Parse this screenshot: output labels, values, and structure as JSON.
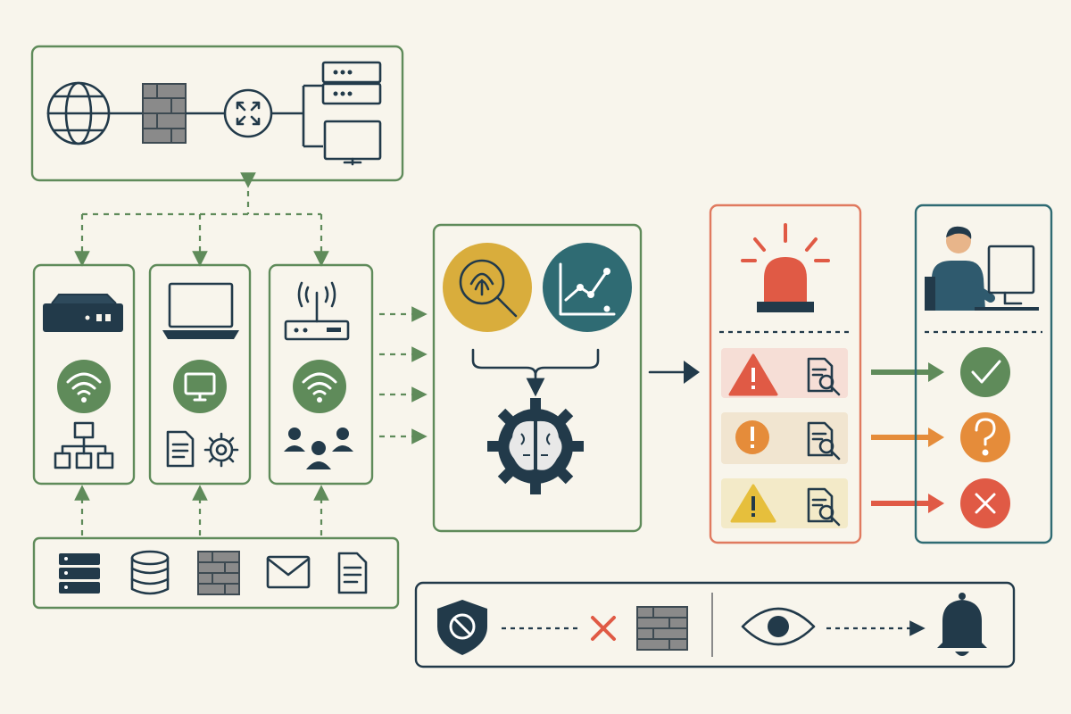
{
  "diagram": {
    "colors": {
      "background": "#f8f5ec",
      "green": "#5f8b5a",
      "red": "#e07a5f",
      "teal": "#2f6b73",
      "navy": "#223a4a",
      "yellow": "#d9ad3c",
      "orange": "#e58c3a",
      "danger": "#e05a45"
    },
    "icons": [
      "globe-icon",
      "firewall-icon",
      "router-icon",
      "server-icon",
      "monitor-icon",
      "modem-icon",
      "laptop-icon",
      "wifi-router-icon",
      "wifi-icon",
      "network-tree-icon",
      "desktop-icon",
      "document-icon",
      "gear-icon",
      "users-icon",
      "database-icon",
      "mail-icon",
      "fingerprint-search-icon",
      "trend-chart-icon",
      "brain-gear-icon",
      "alarm-beacon-icon",
      "warning-icon",
      "report-search-icon",
      "analyst-icon",
      "check-icon",
      "question-icon",
      "cross-icon",
      "shield-block-icon",
      "eye-icon",
      "bell-icon"
    ],
    "alert_levels": [
      "critical",
      "medium",
      "low"
    ],
    "outcomes": [
      "resolved",
      "investigate",
      "blocked"
    ]
  }
}
